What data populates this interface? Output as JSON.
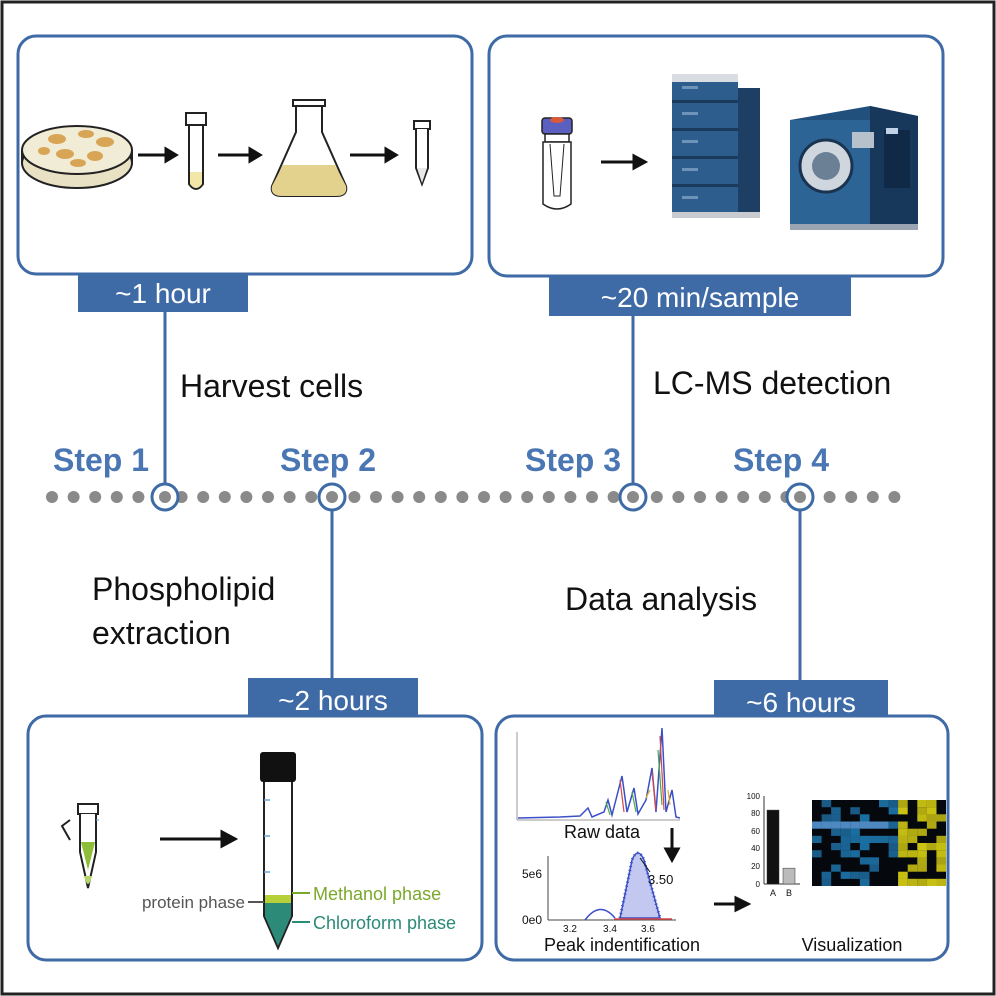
{
  "steps": [
    {
      "label": "Step 1",
      "time": "~1 hour",
      "task": "Harvest cells"
    },
    {
      "label": "Step 2",
      "time": "~2 hours",
      "task_line1": "Phospholipid",
      "task_line2": "extraction"
    },
    {
      "label": "Step 3",
      "time": "~20 min/sample",
      "task": "LC-MS detection"
    },
    {
      "label": "Step 4",
      "time": "~6 hours",
      "task": "Data analysis"
    }
  ],
  "extraction": {
    "protein_phase": "protein phase",
    "methanol_phase": "Methanol phase",
    "chloroform_phase": "Chloroform phase"
  },
  "analysis": {
    "raw_data": "Raw data",
    "peak_identification": "Peak indentification",
    "visualization": "Visualization",
    "peak_value": "3.50",
    "peak_yticks": [
      "5e6",
      "0e0"
    ],
    "peak_xticks": [
      "3.2",
      "3.4",
      "3.6"
    ],
    "bar_yticks": [
      "100",
      "80",
      "60",
      "40",
      "20",
      "0"
    ],
    "bar_categories": [
      "A",
      "B"
    ],
    "bar_values": [
      84,
      18
    ]
  },
  "colors": {
    "accent": "#3e6aa6",
    "dot": "#8a8a8a",
    "step_text": "#4a76b4",
    "methanol": "#7aa82a",
    "chloroform": "#2b8a78"
  }
}
